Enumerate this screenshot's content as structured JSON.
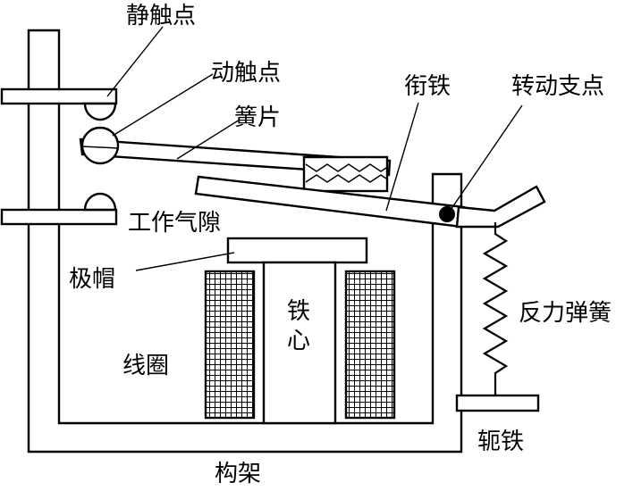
{
  "labels": {
    "static_contact": "静触点",
    "moving_contact": "动触点",
    "reed": "簧片",
    "armature": "衔铁",
    "pivot": "转动支点",
    "air_gap": "工作气隙",
    "pole_cap": "极帽",
    "core_line1": "铁",
    "core_line2": "心",
    "coil": "线圈",
    "spring": "反力弹簧",
    "yoke": "轭铁",
    "frame": "构架"
  }
}
